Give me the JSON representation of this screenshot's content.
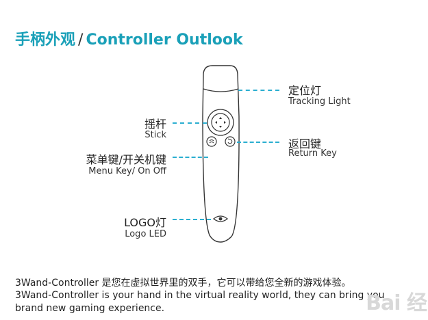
{
  "title": {
    "zh": "手柄外观",
    "separator": "/",
    "en": "Controller Outlook"
  },
  "labels": {
    "tracking": {
      "zh": "定位灯",
      "en": "Tracking Light"
    },
    "stick": {
      "zh": "摇杆",
      "en": "Stick"
    },
    "return": {
      "zh": "返回键",
      "en": "Return Key"
    },
    "menu": {
      "zh": "菜单键/开关机键",
      "en": "Menu Key/ On Off"
    },
    "logo": {
      "zh": "LOGO灯",
      "en": "Logo LED"
    }
  },
  "description": {
    "line1": "3Wand-Controller 是您在虚拟世界里的双手，它可以带给您全新的游戏体验。",
    "line2": "3Wand-Controller is your hand in the virtual reality world, they can bring you",
    "line3": "brand new gaming experience."
  },
  "watermark": "Bai 经",
  "colors": {
    "accent": "#1aa0b8",
    "leader": "#2aaed0",
    "outline": "#333333"
  }
}
